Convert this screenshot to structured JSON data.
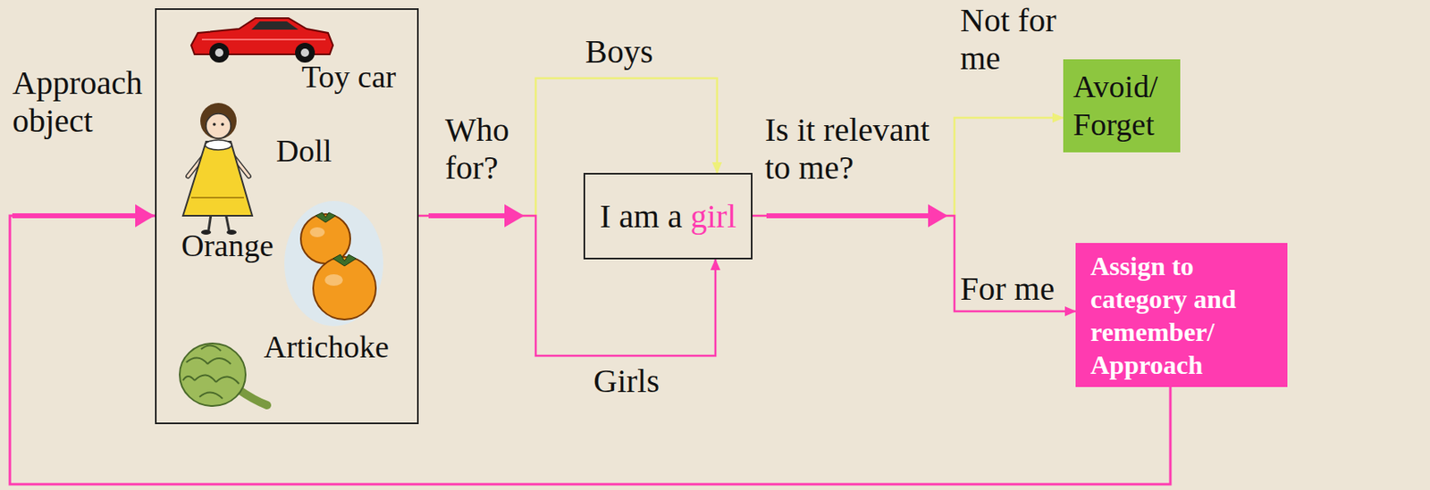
{
  "diagram": {
    "nodes": [
      {
        "text": [
          "Toy car",
          "Doll",
          "Orange",
          "Artichoke"
        ]
      },
      {
        "text": [
          "I am a girl"
        ]
      },
      {
        "text": [
          "Avoid/ Forget"
        ]
      },
      {
        "text": [
          "Assign to category and remember/ Approach"
        ]
      }
    ],
    "edges": [
      {
        "from": 0,
        "to": 1,
        "label": "Boys",
        "arrow": "to"
      },
      {
        "from": 0,
        "to": 1,
        "label": "Girls",
        "arrow": "to"
      },
      {
        "from": 1,
        "to": 2,
        "label": "Not for me",
        "arrow": "to"
      },
      {
        "from": 1,
        "to": 3,
        "label": "For me",
        "arrow": "to"
      },
      {
        "from": 3,
        "to": 0,
        "label": "Approach object",
        "arrow": "to"
      }
    ],
    "labels": [
      "Who for?",
      "Is it relevant to me?"
    ]
  }
}
